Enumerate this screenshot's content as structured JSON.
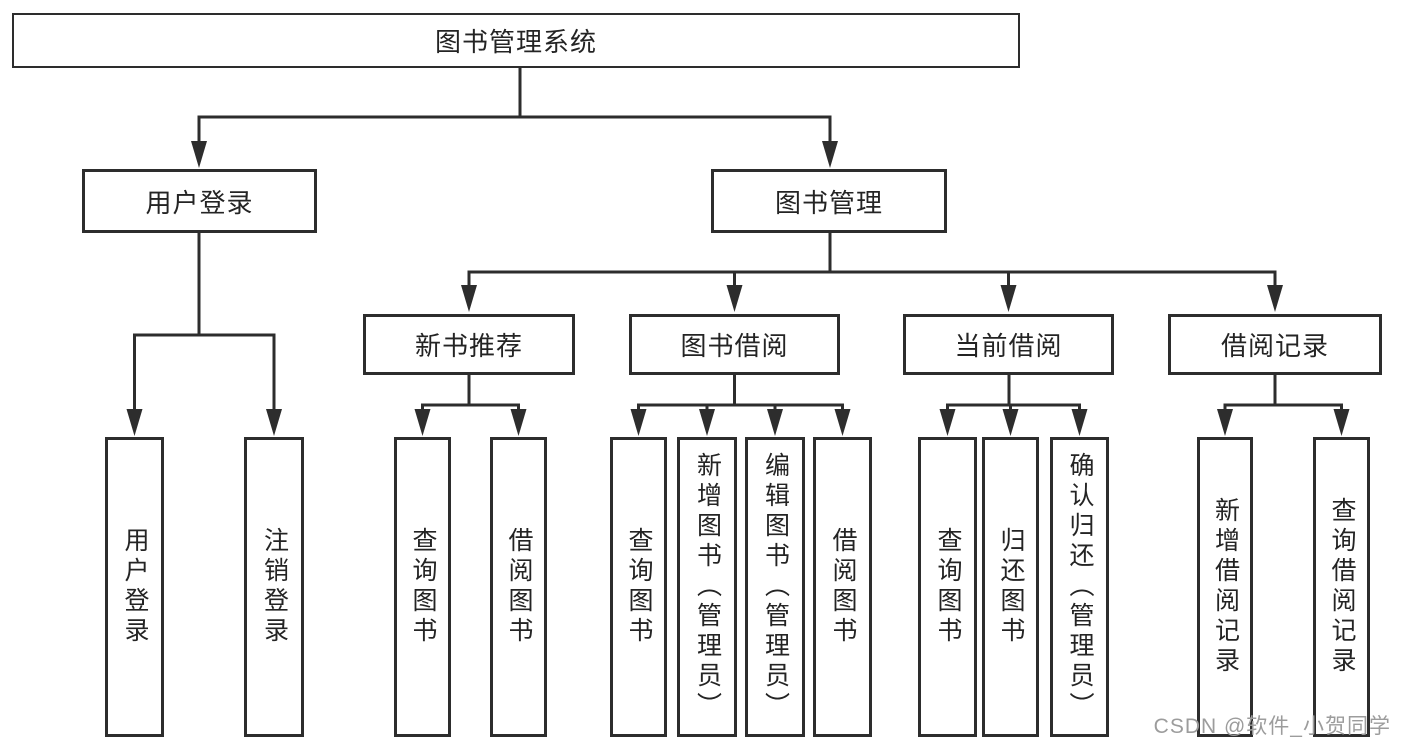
{
  "diagram": {
    "title": "图书管理系统",
    "root": {
      "label": "图书管理系统"
    },
    "level2": [
      {
        "label": "用户登录",
        "parent": "图书管理系统"
      },
      {
        "label": "图书管理",
        "parent": "图书管理系统"
      }
    ],
    "level3": [
      {
        "label": "新书推荐",
        "parent": "图书管理"
      },
      {
        "label": "图书借阅",
        "parent": "图书管理"
      },
      {
        "label": "当前借阅",
        "parent": "图书管理"
      },
      {
        "label": "借阅记录",
        "parent": "图书管理"
      }
    ],
    "leaves": [
      {
        "label": "用户登录",
        "parent": "用户登录"
      },
      {
        "label": "注销登录",
        "parent": "用户登录"
      },
      {
        "label": "查询图书",
        "parent": "新书推荐"
      },
      {
        "label": "借阅图书",
        "parent": "新书推荐"
      },
      {
        "label": "查询图书",
        "parent": "图书借阅"
      },
      {
        "label": "新增图书（管理员）",
        "parent": "图书借阅"
      },
      {
        "label": "编辑图书（管理员）",
        "parent": "图书借阅"
      },
      {
        "label": "借阅图书",
        "parent": "图书借阅"
      },
      {
        "label": "查询图书",
        "parent": "当前借阅"
      },
      {
        "label": "归还图书",
        "parent": "当前借阅"
      },
      {
        "label": "确认归还（管理员）",
        "parent": "当前借阅"
      },
      {
        "label": "新增借阅记录",
        "parent": "借阅记录"
      },
      {
        "label": "查询借阅记录",
        "parent": "借阅记录"
      }
    ]
  },
  "watermark": {
    "text": "CSDN @软件_小贺同学"
  },
  "colors": {
    "line": "#2d2d2d",
    "text": "#242424",
    "background": "#ffffff",
    "watermark": "#9c9c9c"
  }
}
